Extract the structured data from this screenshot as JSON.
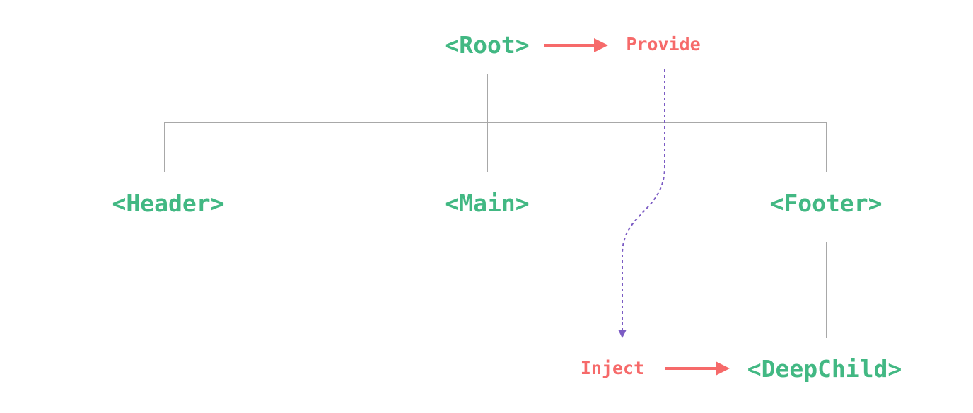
{
  "nodes": {
    "root": "<Root>",
    "header": "<Header>",
    "main": "<Main>",
    "footer": "<Footer>",
    "deep_child": "<DeepChild>"
  },
  "labels": {
    "provide": "Provide",
    "inject": "Inject"
  },
  "colors": {
    "component": "#42b883",
    "api": "#f66a6a",
    "tree_line": "#a8a8a8",
    "flow_line": "#7c5cc4"
  }
}
